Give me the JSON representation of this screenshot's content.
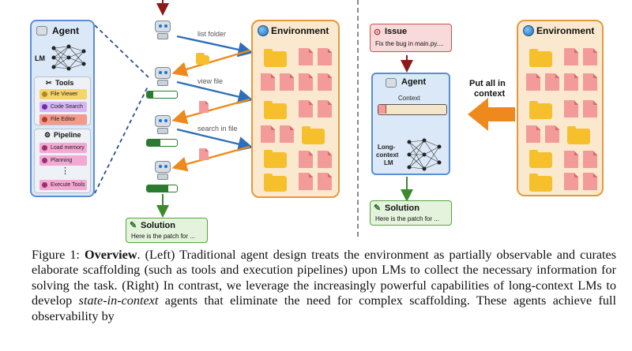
{
  "left": {
    "agent_title": "Agent",
    "lm_label": "LM",
    "tools_title": "Tools",
    "tools": [
      {
        "label": "File Viewer",
        "color": "#f6d36b"
      },
      {
        "label": "Code Search",
        "color": "#d7b6f2"
      },
      {
        "label": "File Editor",
        "color": "#f59a8a"
      }
    ],
    "pipeline_title": "Pipeline",
    "pipeline": [
      {
        "label": "Load memory",
        "color": "#f2a9d3"
      },
      {
        "label": "Planning",
        "color": "#f2a9d3"
      },
      {
        "label": "Execute Tools",
        "color": "#f2a9d3"
      }
    ],
    "ellipsis": "⋮",
    "actions": [
      "list folder",
      "view file",
      "search in file"
    ],
    "environment_title": "Environment",
    "solution_title": "Solution",
    "solution_text": "Here is the patch for ..."
  },
  "right": {
    "issue_title": "Issue",
    "issue_text": "Fix the bug in main.py....",
    "agent_title": "Agent",
    "context_label": "Context",
    "lclm_label_1": "Long-",
    "lclm_label_2": "context",
    "lclm_label_3": "LM",
    "put_all_1": "Put all in",
    "put_all_2": "context",
    "environment_title": "Environment",
    "solution_title": "Solution",
    "solution_text": "Here is the patch for ..."
  },
  "caption": {
    "prefix": "Figure 1: ",
    "bold": "Overview",
    "part1": ". (Left) Traditional agent design treats the environment as partially observable and curates elaborate scaffolding (such as tools and execution pipelines) upon LMs to collect the necessary information for solving the task. (Right) In contrast, we leverage the increasingly powerful capabilities of long-context LMs to develop ",
    "italic": "state-in-context",
    "part2": " agents that eliminate the need for complex scaffolding. These agents achieve full observability by"
  },
  "colors": {
    "agent_blue": "#5b8ed6",
    "env_orange": "#e39a3b",
    "solution_green": "#56a53e",
    "issue_red": "#d05050",
    "arrow_blue": "#2d6fb8",
    "arrow_orange": "#ee8a1d"
  }
}
